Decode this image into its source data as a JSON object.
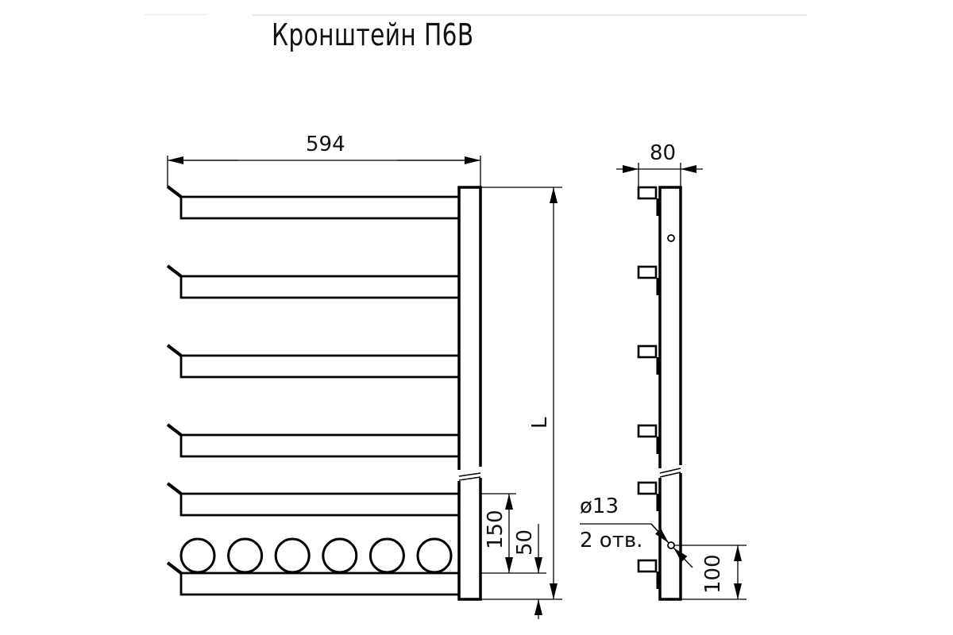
{
  "title": "Кронштейн П6В",
  "front_view": {
    "width_label": "594",
    "length_label": "L",
    "arm_pitch_label": "150",
    "bottom_offset_label": "50",
    "arm_count": 6,
    "round_item_count": 6
  },
  "side_view": {
    "depth_label": "80",
    "hole_diameter_label": "ø13",
    "hole_count_label": "2 отв.",
    "hole_offset_label": "100",
    "hook_count": 6
  }
}
